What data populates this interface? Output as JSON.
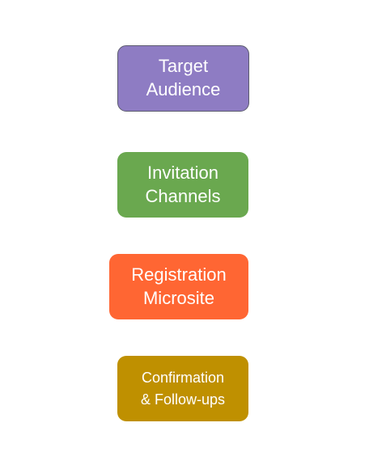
{
  "steps": [
    {
      "line1": "Target",
      "line2": "Audience",
      "color": "#8e7cc3"
    },
    {
      "line1": "Invitation",
      "line2": "Channels",
      "color": "#6aa84f"
    },
    {
      "line1": "Registration",
      "line2": "Microsite",
      "color": "#ff6633"
    },
    {
      "line1": "Confirmation",
      "line2": "& Follow-ups",
      "color": "#bf9000"
    }
  ]
}
